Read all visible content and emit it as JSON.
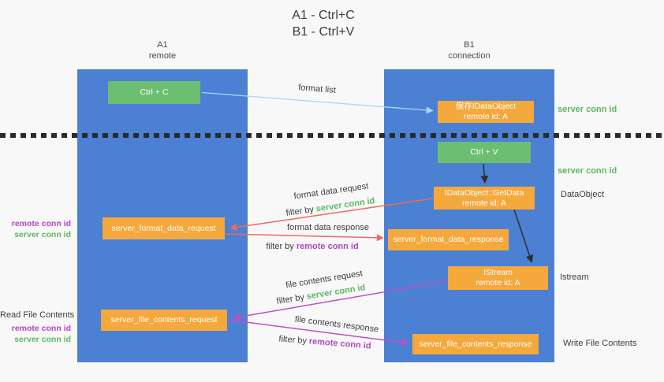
{
  "title": {
    "line1": "A1 - Ctrl+C",
    "line2": "B1 - Ctrl+V"
  },
  "lanes": {
    "a1": {
      "name": "A1",
      "subtitle": "remote"
    },
    "b1": {
      "name": "B1",
      "subtitle": "connection"
    }
  },
  "nodes": {
    "ctrl_c": {
      "label": "Ctrl + C"
    },
    "ctrl_v": {
      "label": "Ctrl + V"
    },
    "save_dataobject": {
      "line1": "保存IDataObject",
      "line2": "remote id: A"
    },
    "getdata": {
      "line1": "IDataObject::GetData",
      "line2": "remote id: A"
    },
    "istream": {
      "line1": "IStream",
      "line2": "remote id: A"
    },
    "format_request": {
      "label": "server_format_data_request"
    },
    "format_response": {
      "label": "server_format_data_response"
    },
    "file_request": {
      "label": "server_file_contents_request"
    },
    "file_response": {
      "label": "server_file_contents_response"
    }
  },
  "side_labels": {
    "server_conn_top": "server conn id",
    "server_conn_mid": "server conn id",
    "dataobject": "DataObject",
    "istream": "Istream",
    "write_file": "Write File Contents",
    "read_file": "Read File Contents",
    "pair1_remote": "remote conn id",
    "pair1_server": "server conn id",
    "pair2_remote": "remote conn id",
    "pair2_server": "server conn id"
  },
  "arrow_labels": {
    "format_list": "format list",
    "format_data_request": "format data request",
    "filter1_prefix": "filter by ",
    "filter1_value": "server conn id",
    "format_data_response": "format data response",
    "filter2_prefix": "filter by ",
    "filter2_value": "remote conn id",
    "file_contents_request": "file contents request",
    "filter3_prefix": "filter by ",
    "filter3_value": "server conn id",
    "file_contents_response": "file contents response",
    "filter4_prefix": "filter by ",
    "filter4_value": "remote conn id"
  },
  "colors": {
    "lane_blue": "#4b80d3",
    "node_green": "#6cbe70",
    "node_orange": "#f5a83c",
    "arrow_blue": "#aed6f2",
    "arrow_red": "#ed6a5f",
    "arrow_magenta": "#c24ec4",
    "arrow_black": "#2d2d2d",
    "text_green": "#5cb860",
    "text_purple": "#b344c6"
  }
}
